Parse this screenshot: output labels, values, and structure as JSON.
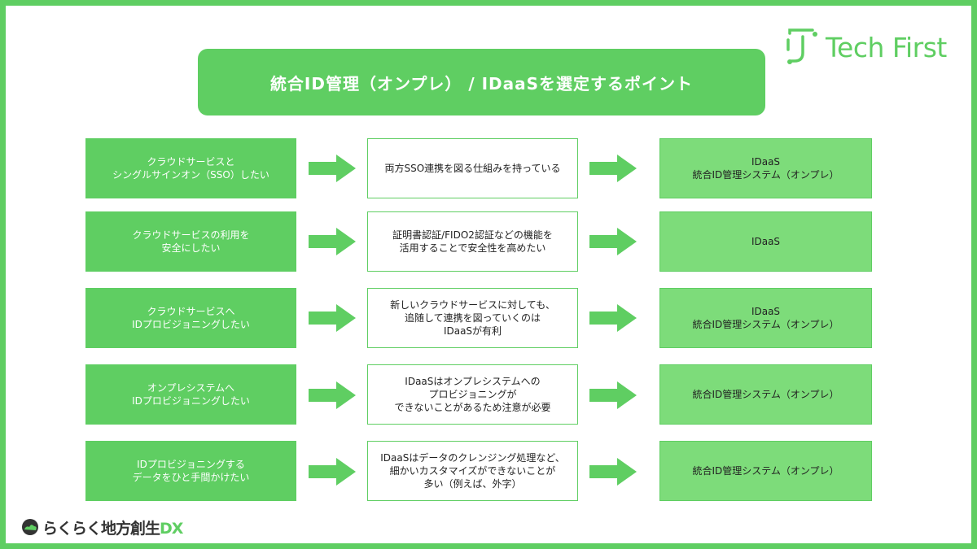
{
  "title": "統合ID管理（オンプレ） / IDaaSを選定するポイント",
  "brand": {
    "name": "Tech First",
    "icon": "tech-first-logo-icon"
  },
  "footer": {
    "logo_text_main": "らくらく地方創生",
    "logo_text_dx": "DX",
    "icon": "cloud-logo-icon"
  },
  "colors": {
    "accent": "#5fce62",
    "result_fill": "#7ddc7a"
  },
  "rows": [
    {
      "condition": "クラウドサービスと\nシングルサインオン（SSO）したい",
      "reason": "両方SSO連携を図る仕組みを持っている",
      "result": "IDaaS\n統合ID管理システム（オンプレ）"
    },
    {
      "condition": "クラウドサービスの利用を\n安全にしたい",
      "reason": "証明書認証/FIDO2認証などの機能を\n活用することで安全性を高めたい",
      "result": "IDaaS"
    },
    {
      "condition": "クラウドサービスへ\nIDプロビジョニングしたい",
      "reason": "新しいクラウドサービスに対しても、\n追随して連携を図っていくのは\nIDaaSが有利",
      "result": "IDaaS\n統合ID管理システム（オンプレ）"
    },
    {
      "condition": "オンプレシステムへ\nIDプロビジョニングしたい",
      "reason": "IDaaSはオンプレシステムへの\nプロビジョニングが\nできないことがあるため注意が必要",
      "result": "統合ID管理システム（オンプレ）"
    },
    {
      "condition": "IDプロビジョニングする\nデータをひと手間かけたい",
      "reason": "IDaaSはデータのクレンジング処理など、\n細かいカスタマイズができないことが\n多い（例えば、外字）",
      "result": "統合ID管理システム（オンプレ）"
    }
  ]
}
